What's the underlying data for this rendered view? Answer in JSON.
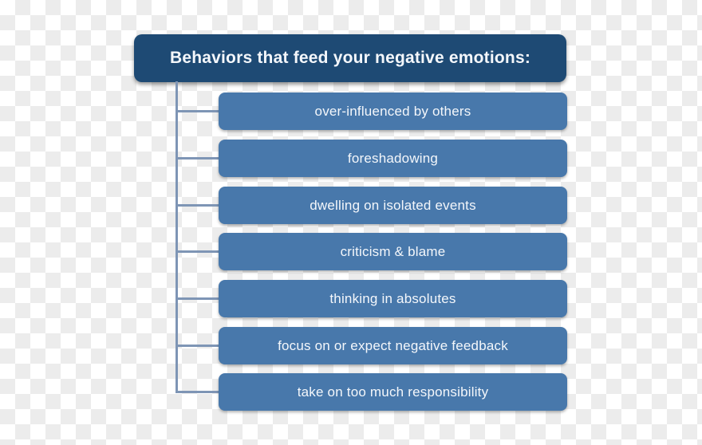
{
  "diagram": {
    "title": "Behaviors that feed your negative emotions:",
    "items": [
      {
        "label": "over-influenced by others"
      },
      {
        "label": "foreshadowing"
      },
      {
        "label": "dwelling on isolated events"
      },
      {
        "label": "criticism & blame"
      },
      {
        "label": "thinking in absolutes"
      },
      {
        "label": "focus on or expect negative feedback"
      },
      {
        "label": "take on too much responsibility"
      }
    ],
    "colors": {
      "header_bg": "#1e4a74",
      "item_bg": "#4878ab",
      "connector": "#7e95b5",
      "text": "#f4f7fb",
      "checker_gray": "#ececec",
      "checker_white": "#ffffff"
    }
  }
}
